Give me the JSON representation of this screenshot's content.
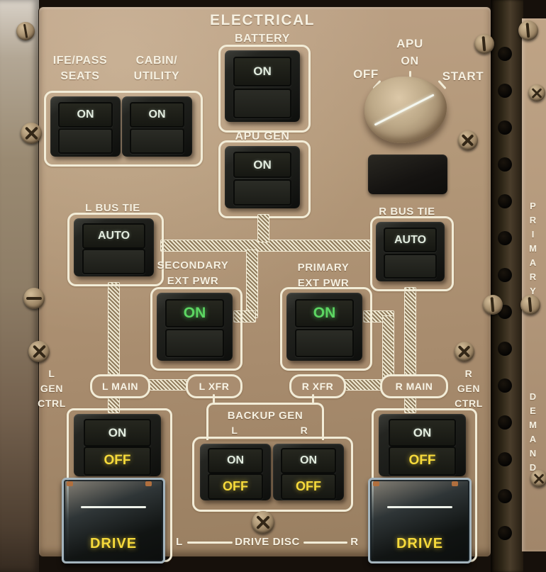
{
  "header": {
    "title": "ELECTRICAL"
  },
  "colors": {
    "panel_tan": "#b09478",
    "silkscreen_white": "#f2ecd7",
    "lit_green": "#5cd662",
    "lit_yellow": "#f6da3b",
    "unlit_pale": "#e2ecdf",
    "button_black": "#1c1d1b"
  },
  "switches": {
    "battery": {
      "label": "BATTERY",
      "value": "ON"
    },
    "ife": {
      "label_line1": "IFE/PASS",
      "label_line2": "SEATS",
      "value": "ON"
    },
    "cabin": {
      "label_line1": "CABIN/",
      "label_line2": "UTILITY",
      "value": "ON"
    },
    "apu_gen": {
      "label": "APU GEN",
      "value": "ON"
    },
    "l_bus_tie": {
      "label": "L BUS TIE",
      "value": "AUTO"
    },
    "r_bus_tie": {
      "label": "R BUS TIE",
      "value": "AUTO"
    },
    "secondary_ext_pwr": {
      "label_line1": "SECONDARY",
      "label_line2": "EXT PWR",
      "value": "ON"
    },
    "primary_ext_pwr": {
      "label_line1": "PRIMARY",
      "label_line2": "EXT PWR",
      "value": "ON"
    },
    "l_gen": {
      "on": "ON",
      "off": "OFF"
    },
    "r_gen": {
      "on": "ON",
      "off": "OFF"
    },
    "backup_l": {
      "on": "ON",
      "off": "OFF"
    },
    "backup_r": {
      "on": "ON",
      "off": "OFF"
    },
    "drive_l": {
      "label": "DRIVE"
    },
    "drive_r": {
      "label": "DRIVE"
    }
  },
  "apu_selector": {
    "label": "APU",
    "positions": {
      "left": "OFF",
      "top": "ON",
      "right": "START"
    },
    "selected": "START"
  },
  "bus_tags": {
    "l_main": "L MAIN",
    "l_xfr": "L XFR",
    "r_xfr": "R XFR",
    "r_main": "R MAIN"
  },
  "side_labels": {
    "l_gen_ctrl": {
      "line1": "L",
      "line2": "GEN",
      "line3": "CTRL"
    },
    "r_gen_ctrl": {
      "line1": "R",
      "line2": "GEN",
      "line3": "CTRL"
    },
    "backup_gen": {
      "title": "BACKUP GEN",
      "l": "L",
      "r": "R"
    },
    "drive_disc": {
      "l": "L",
      "title": "DRIVE DISC",
      "r": "R"
    }
  },
  "right_panel": {
    "primary": "PRIMARY",
    "demand": "DEMAND"
  }
}
